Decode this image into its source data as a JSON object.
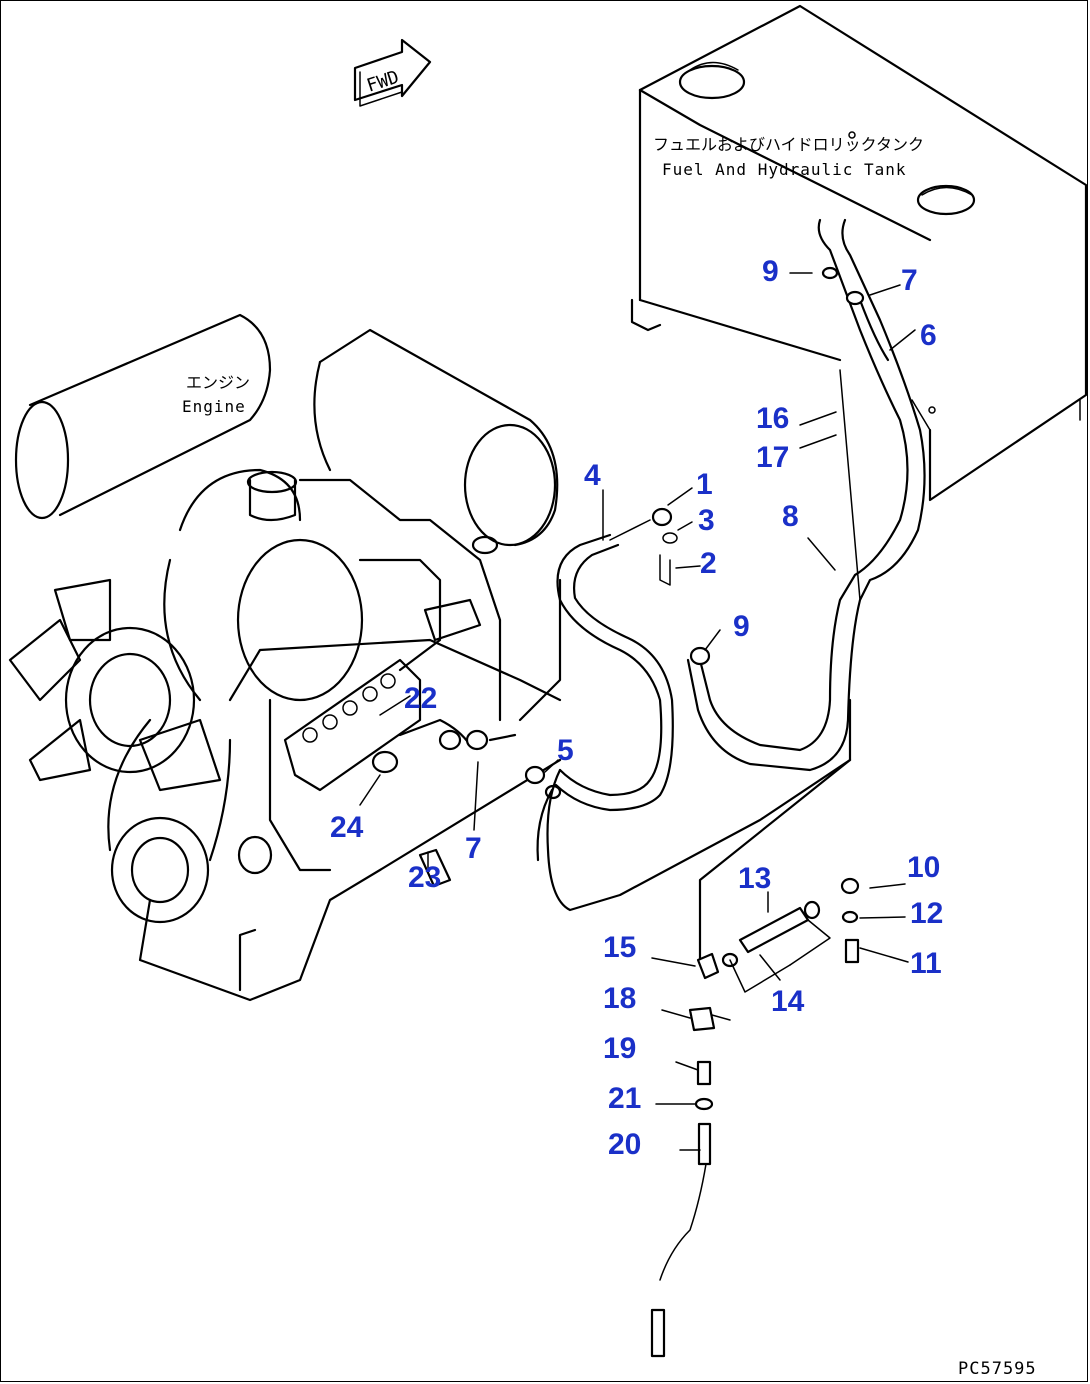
{
  "fwd_label": "FWD",
  "tank": {
    "label_jp": "フュエルおよびハイドロリックタンク",
    "label_en": "Fuel And Hydraulic Tank"
  },
  "engine": {
    "label_jp": "エンジン",
    "label_en": "Engine"
  },
  "drawing_code": "PC57595",
  "callout_color": "#1a30c8",
  "callouts": {
    "c1": "1",
    "c2": "2",
    "c3": "3",
    "c4": "4",
    "c5": "5",
    "c6": "6",
    "c7a": "7",
    "c7b": "7",
    "c8": "8",
    "c9a": "9",
    "c9b": "9",
    "c10": "10",
    "c11": "11",
    "c12": "12",
    "c13": "13",
    "c14": "14",
    "c15": "15",
    "c16": "16",
    "c17": "17",
    "c18": "18",
    "c19": "19",
    "c20": "20",
    "c21": "21",
    "c22": "22",
    "c23": "23",
    "c24": "24"
  }
}
